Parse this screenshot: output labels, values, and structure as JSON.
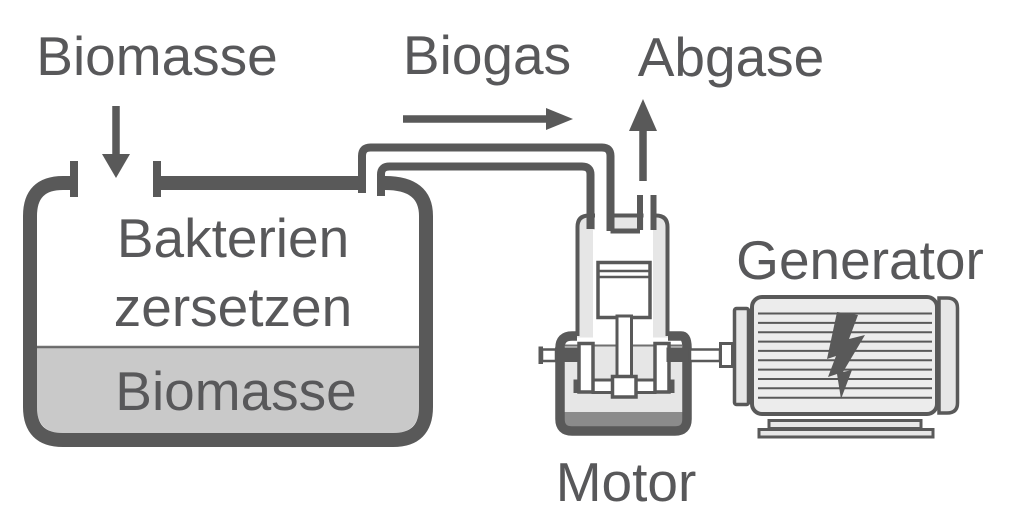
{
  "colors": {
    "background": "#ffffff",
    "line": "#595959",
    "text": "#58585a",
    "body_fill": "#e6e6e6",
    "body_fill_light": "#ececec",
    "biomass_fill": "#c9c9c9",
    "oil_fill": "#8b8b8b"
  },
  "labels": {
    "biomass_input": "Biomasse",
    "biogas": "Biogas",
    "exhaust": "Abgase",
    "generator": "Generator",
    "motor": "Motor"
  },
  "tank": {
    "line1": "Bakterien",
    "line2": "zersetzen",
    "line3": "Biomasse"
  }
}
